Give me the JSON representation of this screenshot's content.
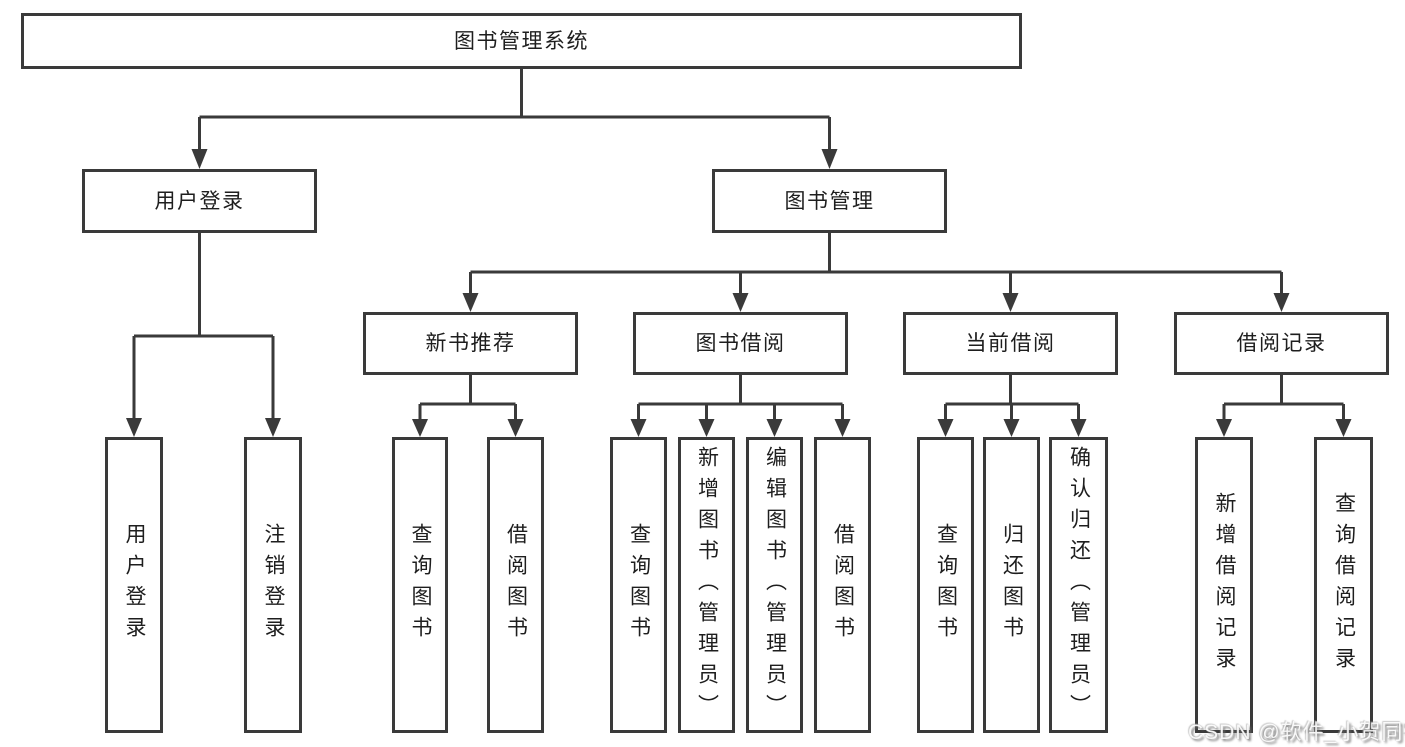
{
  "diagram": {
    "root": {
      "label": "图书管理系统"
    },
    "branches": [
      {
        "label": "用户登录",
        "children": [
          {
            "label": "用户登录"
          },
          {
            "label": "注销登录"
          }
        ]
      },
      {
        "label": "图书管理",
        "children": [
          {
            "label": "新书推荐",
            "children": [
              {
                "label": "查询图书"
              },
              {
                "label": "借阅图书"
              }
            ]
          },
          {
            "label": "图书借阅",
            "children": [
              {
                "label": "查询图书"
              },
              {
                "label": "新增图书（管理员）"
              },
              {
                "label": "编辑图书（管理员）"
              },
              {
                "label": "借阅图书"
              }
            ]
          },
          {
            "label": "当前借阅",
            "children": [
              {
                "label": "查询图书"
              },
              {
                "label": "归还图书"
              },
              {
                "label": "确认归还（管理员）"
              }
            ]
          },
          {
            "label": "借阅记录",
            "children": [
              {
                "label": "新增借阅记录"
              },
              {
                "label": "查询借阅记录"
              }
            ]
          }
        ]
      }
    ]
  },
  "watermark": "CSDN @软件_小贺同学",
  "colors": {
    "line": "#3a3a3a",
    "text": "#1e1e1e",
    "background": "#ffffff"
  }
}
